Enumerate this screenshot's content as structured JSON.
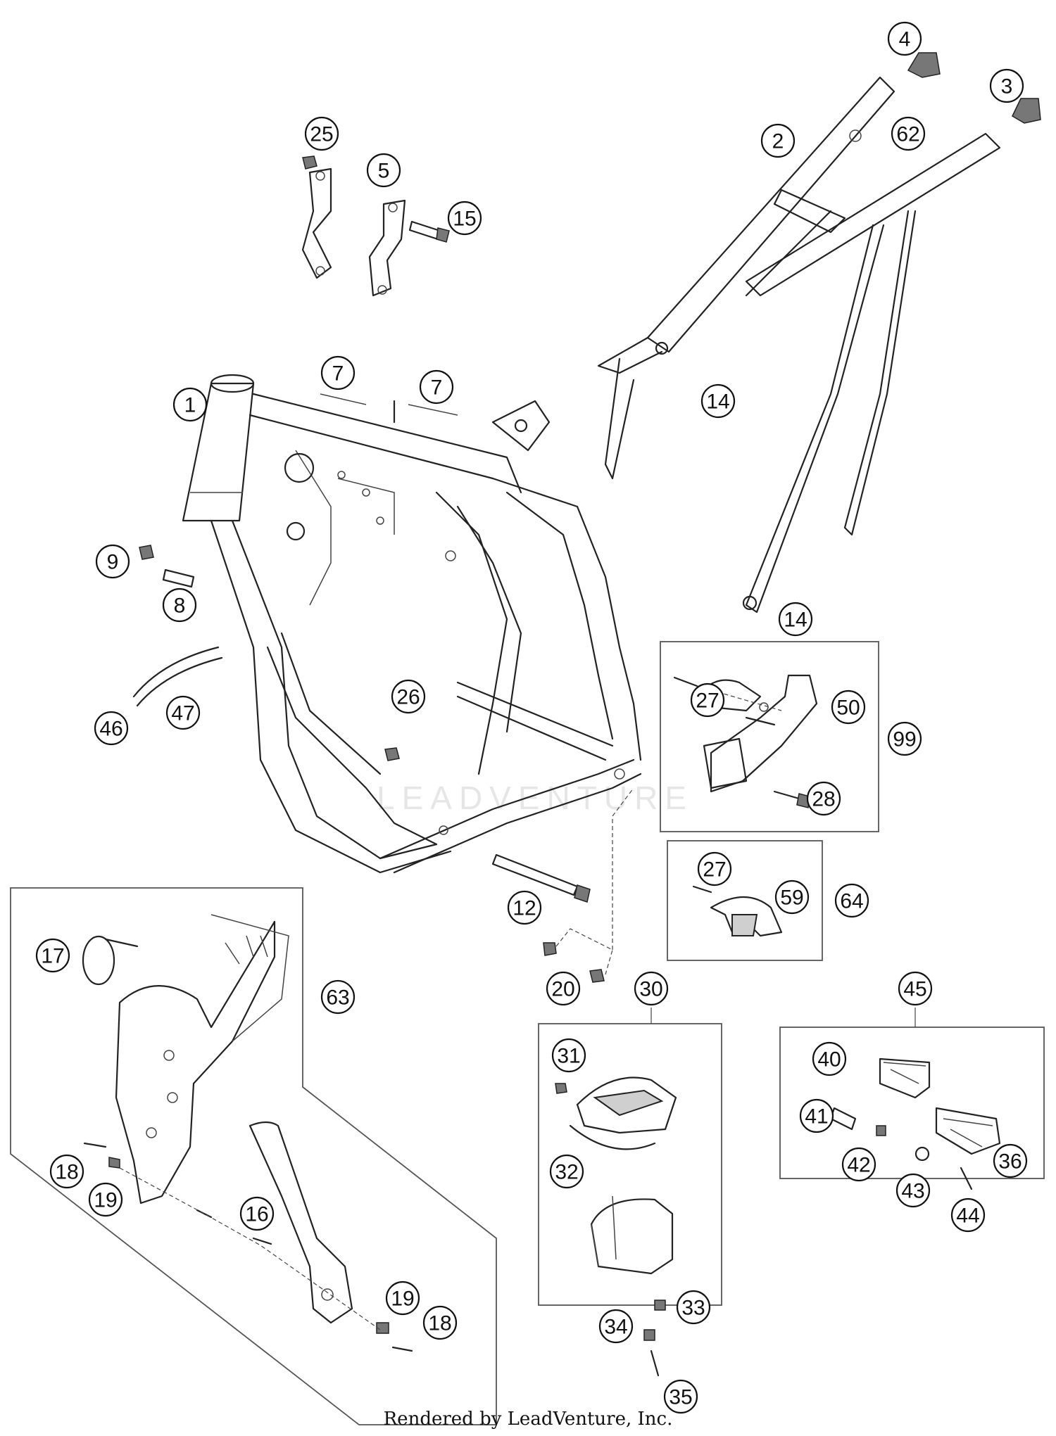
{
  "watermark": "LEADVENTURE",
  "footer": "Rendered by LeadVenture, Inc.",
  "callouts": [
    {
      "label": "1"
    },
    {
      "label": "2"
    },
    {
      "label": "3"
    },
    {
      "label": "4"
    },
    {
      "label": "5"
    },
    {
      "label": "7"
    },
    {
      "label": "7"
    },
    {
      "label": "8"
    },
    {
      "label": "9"
    },
    {
      "label": "12"
    },
    {
      "label": "14"
    },
    {
      "label": "14"
    },
    {
      "label": "15"
    },
    {
      "label": "16"
    },
    {
      "label": "17"
    },
    {
      "label": "18"
    },
    {
      "label": "18"
    },
    {
      "label": "19"
    },
    {
      "label": "19"
    },
    {
      "label": "20"
    },
    {
      "label": "25"
    },
    {
      "label": "26"
    },
    {
      "label": "27"
    },
    {
      "label": "27"
    },
    {
      "label": "28"
    },
    {
      "label": "30"
    },
    {
      "label": "31"
    },
    {
      "label": "32"
    },
    {
      "label": "33"
    },
    {
      "label": "34"
    },
    {
      "label": "35"
    },
    {
      "label": "36"
    },
    {
      "label": "40"
    },
    {
      "label": "41"
    },
    {
      "label": "42"
    },
    {
      "label": "43"
    },
    {
      "label": "44"
    },
    {
      "label": "45"
    },
    {
      "label": "46"
    },
    {
      "label": "47"
    },
    {
      "label": "50"
    },
    {
      "label": "59"
    },
    {
      "label": "62"
    },
    {
      "label": "63"
    },
    {
      "label": "64"
    },
    {
      "label": "99"
    }
  ]
}
